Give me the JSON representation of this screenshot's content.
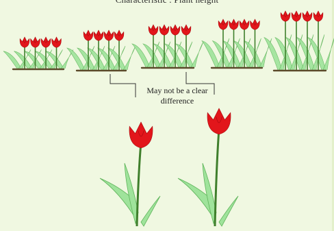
{
  "figure": {
    "title": "Characteristic : Plant height",
    "annotation": "May not be a clear difference"
  },
  "colors": {
    "background": "#f0f8e1",
    "petal": "#e2161b",
    "petal_shadow": "#a80a0e",
    "leaf": "#9fe39b",
    "leaf_edge": "#5fb45a",
    "stem": "#3f7f2c",
    "soil": "#5b4a2a"
  },
  "icons": {
    "flower": "tulip-icon"
  },
  "groups": [
    {
      "id": "group-1",
      "plant_count": 4,
      "height_rank": 1
    },
    {
      "id": "group-2",
      "plant_count": 4,
      "height_rank": 2
    },
    {
      "id": "group-3",
      "plant_count": 4,
      "height_rank": 3
    },
    {
      "id": "group-4",
      "plant_count": 4,
      "height_rank": 4
    },
    {
      "id": "group-5",
      "plant_count": 4,
      "height_rank": 5
    }
  ],
  "comparison": {
    "from_groups": [
      "group-2",
      "group-3"
    ],
    "enlarged_plants": 2
  }
}
